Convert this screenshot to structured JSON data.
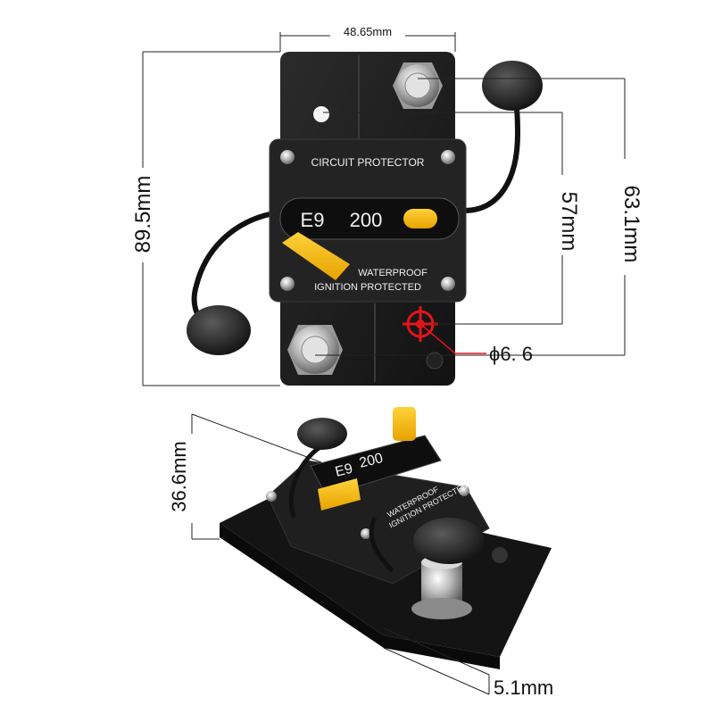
{
  "top_view": {
    "width_label": "48.65mm",
    "height_label": "89.5mm",
    "inner_label": "57mm",
    "outer_label": "63.1mm",
    "hole_label": "ϕ6. 6",
    "brand": "CIRCUIT PROTECTOR",
    "model": "E9",
    "rating": "200",
    "footer_line1": "WATERPROOF",
    "footer_line2": "IGNITION PROTECTED"
  },
  "side_view": {
    "height_label": "36.6mm",
    "base_label": "5.1mm",
    "model": "E9",
    "rating": "200",
    "footer_line1": "WATERPROOF",
    "footer_line2": "IGNITION PROTECTED"
  },
  "colors": {
    "body": "#1c1c1c",
    "face": "#2a2a2a",
    "accent_yellow": "#f5b400",
    "marker_red": "#e0151b",
    "metal": "#c9c9c9"
  }
}
